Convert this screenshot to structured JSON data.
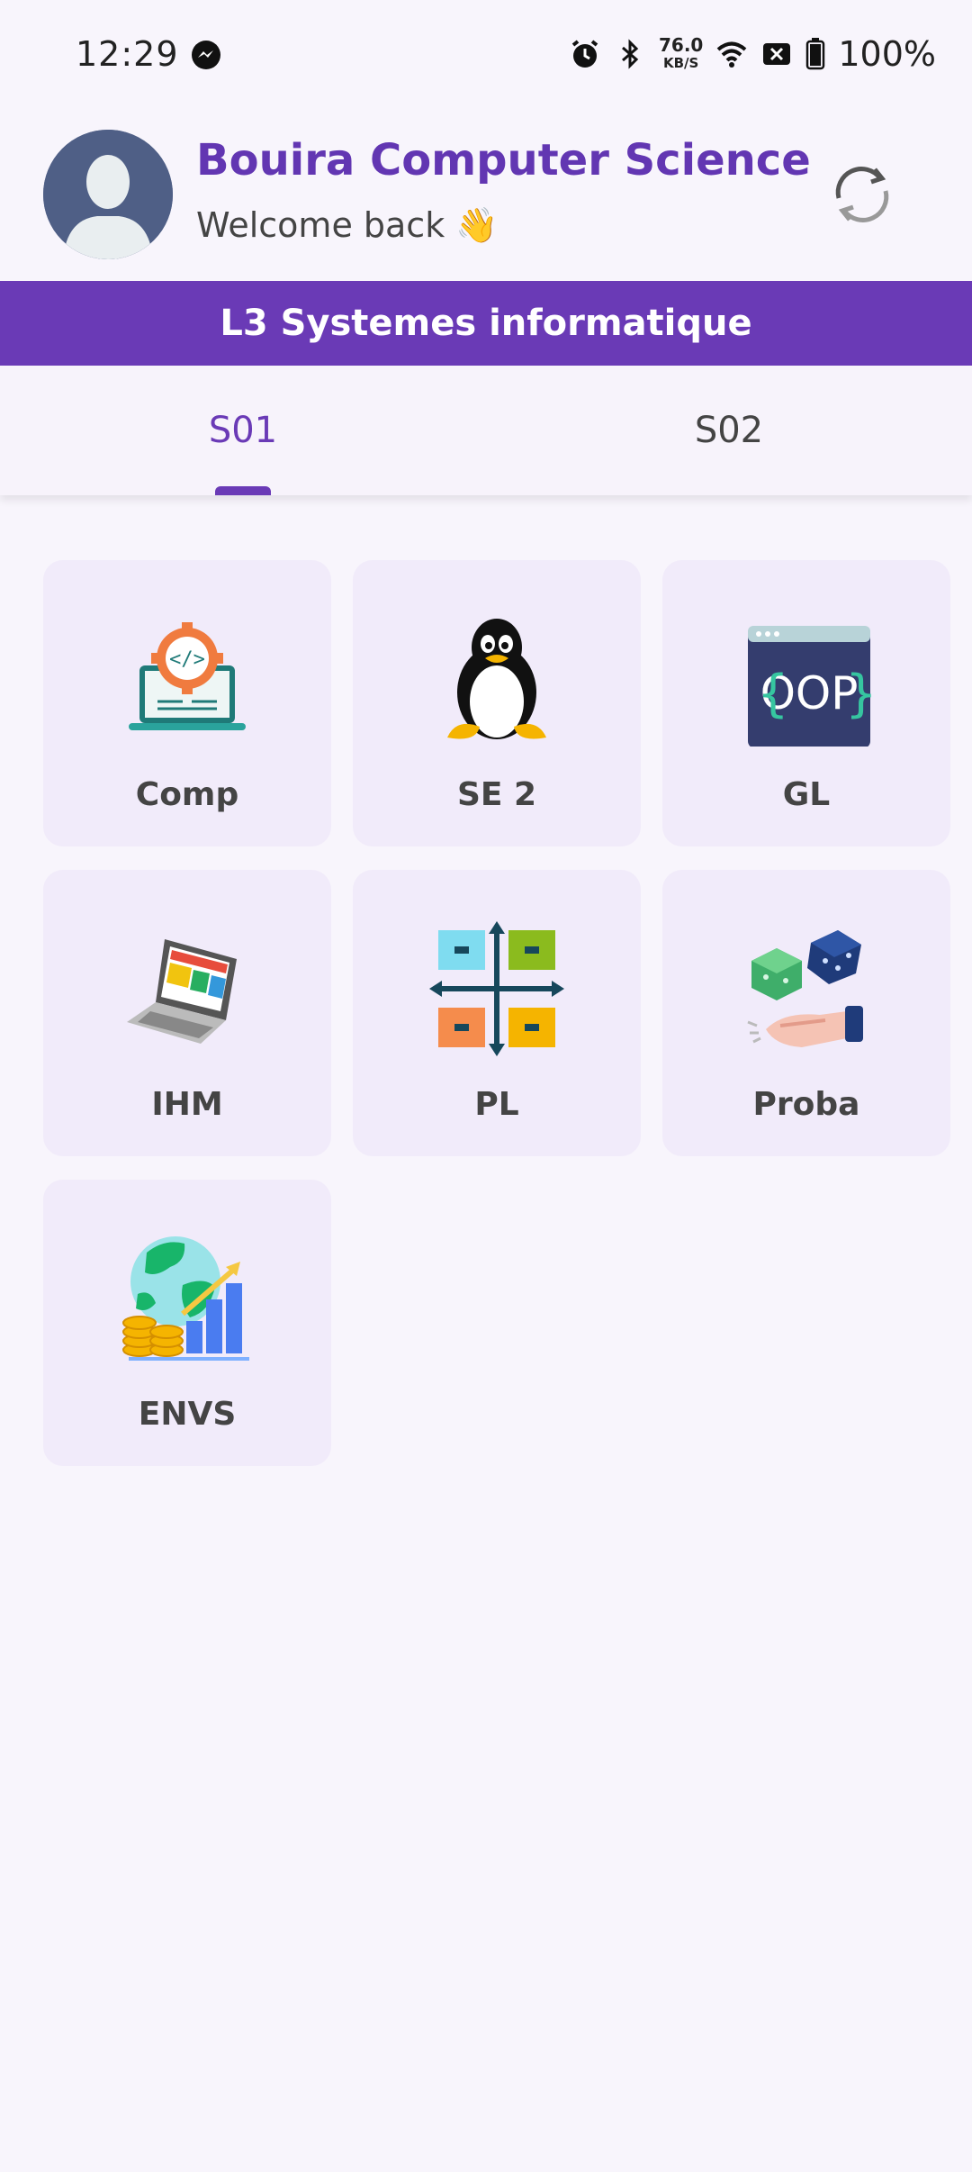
{
  "status_bar": {
    "time": "12:29",
    "net_speed_value": "76.0",
    "net_speed_unit": "KB/S",
    "battery": "100%"
  },
  "header": {
    "title": "Bouira Computer Science",
    "welcome": "Welcome back 👋"
  },
  "banner": {
    "text": "L3 Systemes informatique"
  },
  "tabs": [
    {
      "label": "S01",
      "active": true
    },
    {
      "label": "S02",
      "active": false
    }
  ],
  "modules": [
    {
      "label": "Comp",
      "icon": "laptop-code-gear-icon"
    },
    {
      "label": "SE 2",
      "icon": "linux-penguin-icon"
    },
    {
      "label": "GL",
      "icon": "oop-window-icon"
    },
    {
      "label": "IHM",
      "icon": "laptop-ui-icon"
    },
    {
      "label": "PL",
      "icon": "quadrant-arrows-icon"
    },
    {
      "label": "Proba",
      "icon": "dice-hand-icon"
    },
    {
      "label": "ENVS",
      "icon": "globe-coins-chart-icon"
    }
  ],
  "colors": {
    "primary": "#6a3ab6",
    "background": "#f8f5fc",
    "card": "#f1ebfa"
  }
}
